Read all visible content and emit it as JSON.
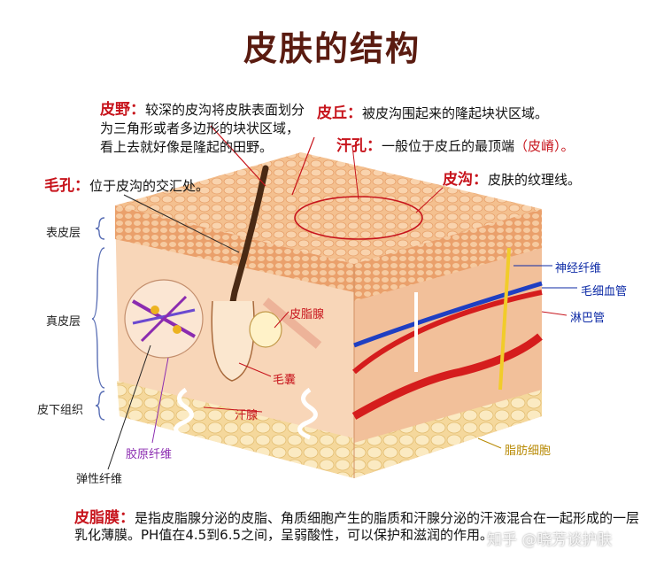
{
  "title": "皮肤的结构",
  "annotations": {
    "pi_ye": {
      "term": "皮野：",
      "text": "较深的皮沟将皮肤表面划分为三角形或者多边形的块状区域，看上去就好像是隆起的田野。"
    },
    "mao_kong": {
      "term": "毛孔：",
      "text": "位于皮沟的交汇处。"
    },
    "pi_qiu": {
      "term": "皮丘：",
      "text": "被皮沟围起来的隆起块状区域。"
    },
    "han_kong": {
      "term": "汗孔：",
      "text": "一般位于皮丘的最顶端",
      "paren_open": "（",
      "highlight": "皮嵴",
      "paren_close": "）。"
    },
    "pi_gou": {
      "term": "皮沟：",
      "text": "皮肤的纹理线。"
    }
  },
  "layers": {
    "epidermis": "表皮层",
    "dermis": "真皮层",
    "hypodermis": "皮下组织"
  },
  "labels": {
    "sebaceous_gland": "皮脂腺",
    "hair_follicle": "毛囊",
    "sweat_gland": "汗腺",
    "collagen_fiber": "胶原纤维",
    "elastic_fiber": "弹性纤维",
    "nerve_fiber": "神经纤维",
    "capillary": "毛细血管",
    "lymph_vessel": "淋巴管",
    "fat_cell": "脂肪细胞"
  },
  "bottom_note": {
    "term": "皮脂膜：",
    "text": "是指皮脂腺分泌的皮脂、角质细胞产生的脂质和汗腺分泌的汗液混合在一起形成的一层乳化薄膜。PH值在4.5到6.5之间，呈弱酸性，可以保护和滋润的作用。"
  },
  "watermark": "知乎 @晓芳谈护肤",
  "colors": {
    "title": "#5a1b10",
    "term_red": "#c7141c",
    "skin_top": "#f6c49a",
    "skin_side": "#f2b58a",
    "dermis": "#f7d3b4",
    "fat": "#f9e3b2",
    "blood_red": "#d51d1d",
    "vein_blue": "#1f3fc2",
    "nerve_yellow": "#f1cc2a"
  }
}
